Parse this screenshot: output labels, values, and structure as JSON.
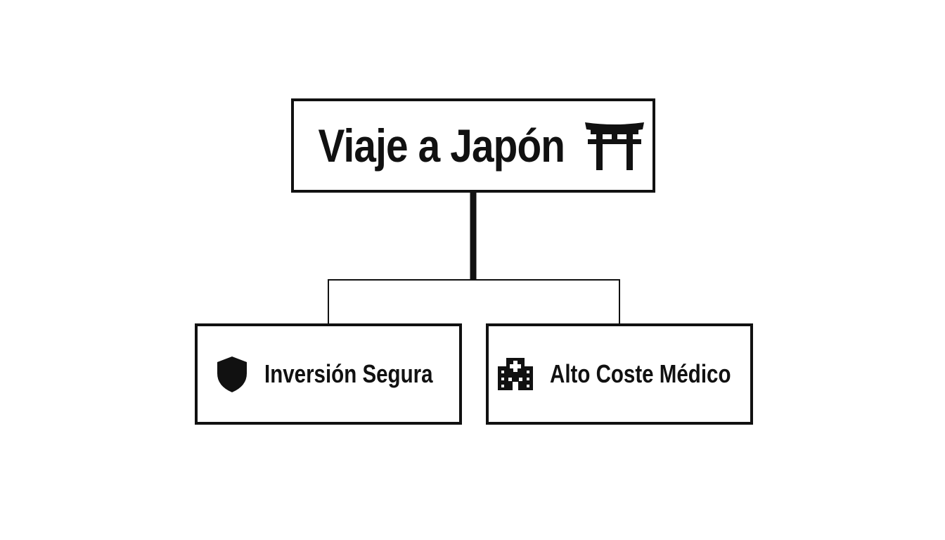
{
  "root": {
    "label": "Viaje a Japón",
    "icon": "torii-gate-icon"
  },
  "children": [
    {
      "label": "Inversión Segura",
      "icon": "shield-icon"
    },
    {
      "label": "Alto Coste Médico",
      "icon": "hospital-icon"
    }
  ],
  "colors": {
    "stroke": "#111111",
    "background": "#ffffff"
  }
}
